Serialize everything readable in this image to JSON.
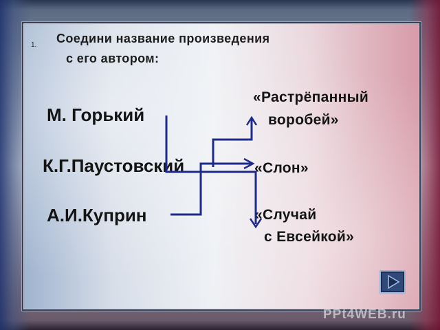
{
  "question": {
    "number": "1.",
    "line1": "Соедини название произведения",
    "line2": "с его автором:"
  },
  "authors": [
    {
      "id": "gorky",
      "text": "М. Горький"
    },
    {
      "id": "paustovsky",
      "text": "К.Г.Паустовский"
    },
    {
      "id": "kuprin",
      "text": "А.И.Куприн"
    }
  ],
  "works": [
    {
      "id": "sparrow",
      "line1": "«Растрёпанный",
      "line2": "воробей»"
    },
    {
      "id": "elephant",
      "line1": "«Слон»"
    },
    {
      "id": "evseyka",
      "line1": "«Случай",
      "line2": "с Евсейкой»"
    }
  ],
  "watermark": "PPt4WEB.ru",
  "nav": {
    "icon": "play-next-icon"
  },
  "colors": {
    "connector": "#1d2a8a",
    "nav_button": "#2f4a7a"
  }
}
